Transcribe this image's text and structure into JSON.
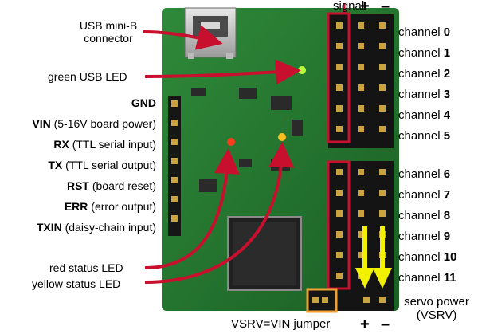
{
  "top": {
    "signal": "signal",
    "plus": "+",
    "minus": "–"
  },
  "callouts": {
    "usb_connector_line1": "USB mini-B",
    "usb_connector_line2": "connector",
    "green_led": "green USB LED",
    "red_led": "red status LED",
    "yellow_led": "yellow status LED",
    "jumper": "VSRV=VIN jumper",
    "servo_power_line1": "servo power",
    "servo_power_line2": "(VSRV)"
  },
  "pins": [
    {
      "name": "GND",
      "desc": ""
    },
    {
      "name": "VIN",
      "desc": " (5-16V board power)"
    },
    {
      "name": "RX",
      "desc": " (TTL serial input)"
    },
    {
      "name": "TX",
      "desc": " (TTL serial output)"
    },
    {
      "name": "RST",
      "desc": " (board reset)"
    },
    {
      "name": "ERR",
      "desc": " (error output)"
    },
    {
      "name": "TXIN",
      "desc": " (daisy-chain input)"
    }
  ],
  "channels": [
    {
      "prefix": "channel ",
      "num": "0"
    },
    {
      "prefix": "channel ",
      "num": "1"
    },
    {
      "prefix": "channel ",
      "num": "2"
    },
    {
      "prefix": "channel ",
      "num": "3"
    },
    {
      "prefix": "channel ",
      "num": "4"
    },
    {
      "prefix": "channel ",
      "num": "5"
    },
    {
      "prefix": "channel ",
      "num": "6"
    },
    {
      "prefix": "channel ",
      "num": "7"
    },
    {
      "prefix": "channel ",
      "num": "8"
    },
    {
      "prefix": "channel ",
      "num": "9"
    },
    {
      "prefix": "channel ",
      "num": "10"
    },
    {
      "prefix": "channel ",
      "num": "11"
    }
  ],
  "bottom": {
    "plus": "+",
    "minus": "–"
  },
  "colors": {
    "pcb": "#1f6e2a",
    "arrow": "#c8102e",
    "highlight": "#c8102e",
    "jumper_box": "#f0a030",
    "yellow_arrow": "#f2f200"
  }
}
